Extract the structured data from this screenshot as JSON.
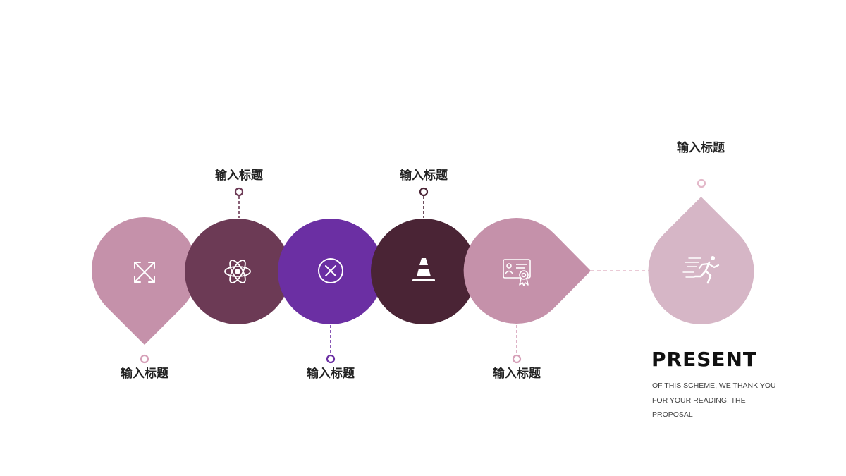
{
  "steps": [
    {
      "label": "输入标题",
      "color": "#c591aa",
      "icon": "expand-arrows-icon"
    },
    {
      "label": "输入标题",
      "color": "#6c3a55",
      "icon": "atom-icon"
    },
    {
      "label": "输入标题",
      "color": "#6b2fa3",
      "icon": "close-circle-icon"
    },
    {
      "label": "输入标题",
      "color": "#4a2435",
      "icon": "traffic-cone-icon"
    },
    {
      "label": "输入标题",
      "color": "#c591aa",
      "icon": "certificate-icon"
    }
  ],
  "final": {
    "label": "输入标题",
    "color": "#d6b6c6",
    "icon": "running-person-icon"
  },
  "present": {
    "title": "PRESENT",
    "lines": [
      "OF THIS SCHEME, WE THANK YOU",
      "FOR YOUR READING, THE",
      "PROPOSAL"
    ]
  }
}
